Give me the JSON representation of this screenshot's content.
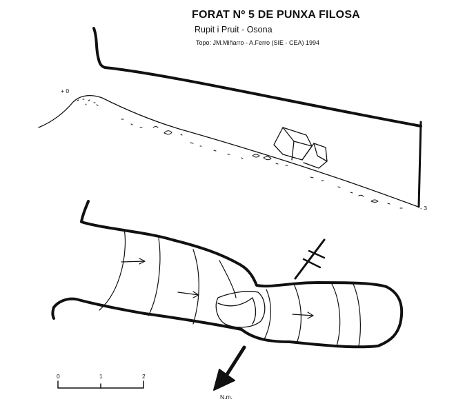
{
  "header": {
    "title": "FORAT Nº 5 DE PUNXA FILOSA",
    "location": "Rupit i Pruit  -  Osona",
    "credits": "Topo: JM.Miñarro - A.Ferro  (SIE - CEA)   1994"
  },
  "profile": {
    "depth_top_label": "+ 0",
    "depth_bottom_label": "- 3"
  },
  "scale_bar": {
    "ticks": [
      "0",
      "1",
      "2"
    ]
  },
  "north_arrow": {
    "label": "N.m."
  },
  "colors": {
    "ink": "#111111",
    "paper": "#ffffff"
  }
}
